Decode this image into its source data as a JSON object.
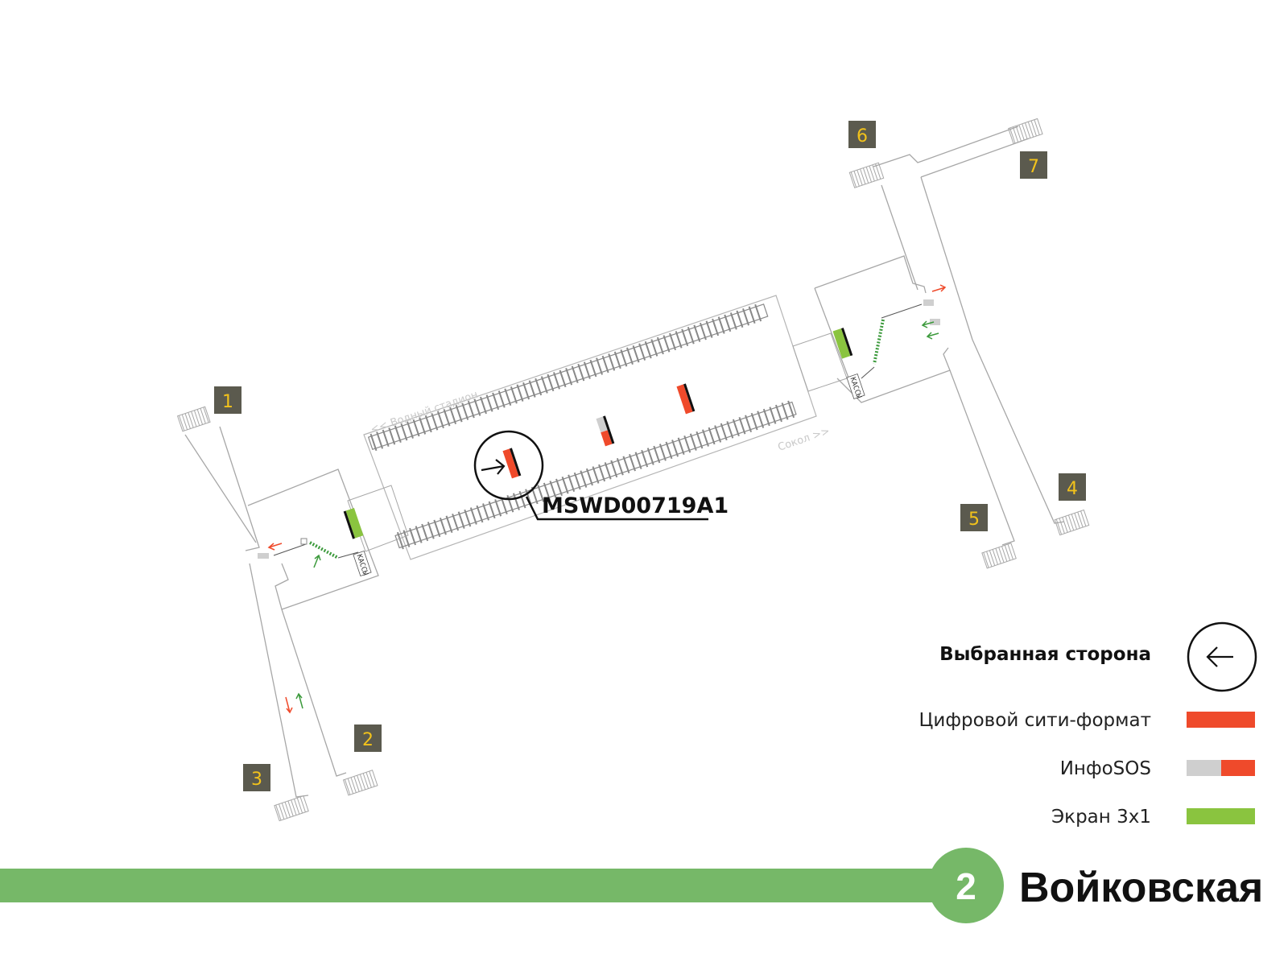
{
  "colors": {
    "line": "#76b868",
    "city_format": "#ef4a2b",
    "info_sos_gray": "#cfcfcf",
    "screen_3x1": "#8ac43f",
    "exit_box": "#5b5a4e",
    "exit_text": "#f2c21b",
    "wall": "#a7a7a7"
  },
  "exits": [
    "1",
    "2",
    "3",
    "4",
    "5",
    "6",
    "7"
  ],
  "platform": {
    "direction_left": "<< Водный стадион",
    "direction_right": "Сокол >>",
    "kassa_left": "КАССЫ",
    "kassa_right": "КАССЫ"
  },
  "selected_object": {
    "code": "MSWD00719A1",
    "selected_side_icon": "arrow-right-icon"
  },
  "legend": {
    "title": "Выбранная сторона",
    "side_icon": "arrow-left-icon",
    "items": [
      {
        "label": "Цифровой сити-формат",
        "swatch": "city-format"
      },
      {
        "label": "ИнфоSOS",
        "swatch": "info-sos"
      },
      {
        "label": "Экран 3x1",
        "swatch": "screen-3x1"
      }
    ]
  },
  "station": {
    "line_number": "2",
    "name": "Войковская"
  }
}
